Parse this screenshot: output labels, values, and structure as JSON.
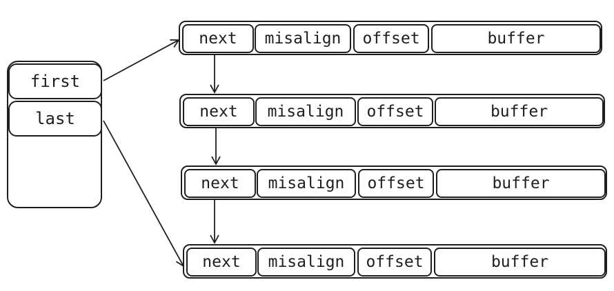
{
  "head": {
    "first_label": "first",
    "last_label": "last"
  },
  "chain": [
    {
      "fields": [
        "next",
        "misalign",
        "offset",
        "buffer"
      ]
    },
    {
      "fields": [
        "next",
        "misalign",
        "offset",
        "buffer"
      ]
    },
    {
      "fields": [
        "next",
        "misalign",
        "offset",
        "buffer"
      ]
    },
    {
      "fields": [
        "next",
        "misalign",
        "offset",
        "buffer"
      ]
    }
  ],
  "colors": {
    "stroke": "#1e1e1e",
    "background": "#ffffff"
  }
}
